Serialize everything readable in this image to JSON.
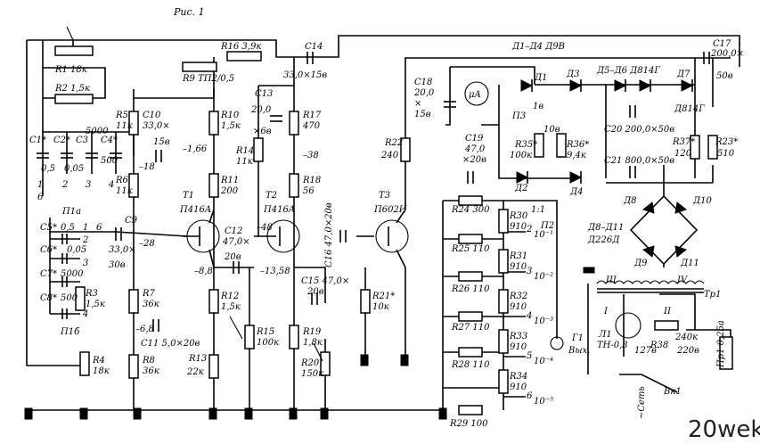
{
  "figure_label": "Рис. 1",
  "watermark": "20wek",
  "labels": {
    "R1": "R1 18к",
    "R2": "R2 1,5к",
    "R16": "R16 3,9к",
    "C14": "C14",
    "C14v": "33,0×15в",
    "R9": "R9 ТП2/0,5",
    "C17": "C17",
    "C17v": "200,0×",
    "C17v2": "50в",
    "D1D4": "Д1–Д4 Д9В",
    "C1": "C1*",
    "C2": "C2*",
    "C3": "C3",
    "C3v": "5000",
    "C4": "C4*",
    "C4v": "500",
    "c1v": "0,5",
    "c2v": "0,05",
    "n1": "1",
    "n2": "2",
    "n3": "3",
    "n4": "4",
    "n6": "6",
    "R5": "R5",
    "R5v": "11к",
    "C10": "C10",
    "C10v": "33,0×",
    "C10v2": "15в",
    "R10": "R10",
    "R10v": "1,5к",
    "C13": "C13",
    "C13v": "20,0",
    "C13v2": "×6в",
    "R17": "R17",
    "R17v": "470",
    "v166": "–1,66",
    "v18": "–18",
    "v38": "–38",
    "R6": "R6",
    "R6v": "11к",
    "R14": "R14",
    "R14v": "11к",
    "R11": "R11",
    "R11v": "200",
    "R18": "R18",
    "R18v": "56",
    "T1": "T1",
    "T1t": "П416А",
    "T2": "T2",
    "T2t": "П416А",
    "T3": "T3",
    "T3t": "П602И",
    "C16": "C16 47,0×20в",
    "P1a": "П1а",
    "C5": "C5*",
    "C5v": "0,5",
    "C6": "C6*",
    "C6v": "0,05",
    "C7": "C7*",
    "C7v": "5000",
    "C8": "C8*",
    "C8v": "500",
    "P1b": "П1б",
    "C9": "C9",
    "C9v": "33,0×",
    "C9v2": "30в",
    "v28": "–28",
    "R3": "R3",
    "R3v": "1,5к",
    "R7": "R7",
    "R7v": "36к",
    "C12": "C12",
    "C12v": "47,0×",
    "C12v2": "20в",
    "v48": "–48",
    "v88": "–8,8",
    "v1358": "–13,58",
    "C15": "C15 47,0×",
    "C15v": "20в",
    "R12": "R12",
    "R12v": "1,5к",
    "R21": "R21*",
    "R21v": "10к",
    "v68": "–6,8",
    "C11": "C11 5,0×20в",
    "R15": "R15",
    "R15v": "100к",
    "R19": "R19",
    "R19v": "1,8к",
    "R20": "R20",
    "R20v": "150к",
    "R4": "R4",
    "R4v": "18к",
    "R8": "R8",
    "R8v": "36к",
    "R13": "R13",
    "R13v": "22к",
    "C18": "C18",
    "C18v": "20,0",
    "C18v2": "×",
    "C18v3": "15в",
    "uA": "μA",
    "R22": "R22",
    "R22v": "240",
    "C19": "C19",
    "C19v": "47,0",
    "C19v2": "×20в",
    "D1": "Д1",
    "D2": "Д2",
    "D3": "Д3",
    "D4": "Д4",
    "D5D6": "Д5–Д6 Д814Г",
    "D7": "Д7",
    "D7t": "Д814Г",
    "P3": "П3",
    "P3a": "1в",
    "P3b": "10в",
    "R35": "R35*",
    "R35v": "100к",
    "R36": "R36*",
    "R36v": "9,4к",
    "C20": "C20 200,0×50в",
    "C21": "C21 800,0×50в",
    "R37": "R37*",
    "R37v": "120",
    "R23": "R23*",
    "R23v": "510",
    "R24": "R24 300",
    "R30": "R30",
    "R30v": "910",
    "r11": "1:1",
    "P2": "П2",
    "R25": "R25 110",
    "R31": "R31",
    "R31v": "910",
    "R26": "R26 110",
    "R32": "R32",
    "R32v": "910",
    "R27": "R27 110",
    "R33": "R33",
    "R33v": "910",
    "R28": "R28 110",
    "R34": "R34",
    "R34v": "910",
    "R29": "R29 100",
    "a1": "1",
    "a2": "2",
    "a3": "3",
    "a4": "4",
    "a5": "5",
    "a6": "6",
    "e1": "10⁻¹",
    "e2": "10⁻²",
    "e3": "10⁻³",
    "e4": "10⁻⁴",
    "e5": "10⁻⁵",
    "G1": "Г1",
    "G1t": "Вых.",
    "D8": "Д8",
    "D9": "Д9",
    "D10": "Д10",
    "D11": "Д11",
    "D8D11": "Д8–Д11",
    "D8t": "Д226Д",
    "III": "III",
    "IV": "IV",
    "I": "I",
    "II": "II",
    "Tr1": "Тр1",
    "L1": "Л1",
    "L1t": "ТН-0,3",
    "R38": "R38",
    "R38v": "240к",
    "v1278": "127в",
    "v220": "220в",
    "Pr1": "Пр1 0,25а",
    "Vk1": "Вк1",
    "set": "~Сеть"
  }
}
